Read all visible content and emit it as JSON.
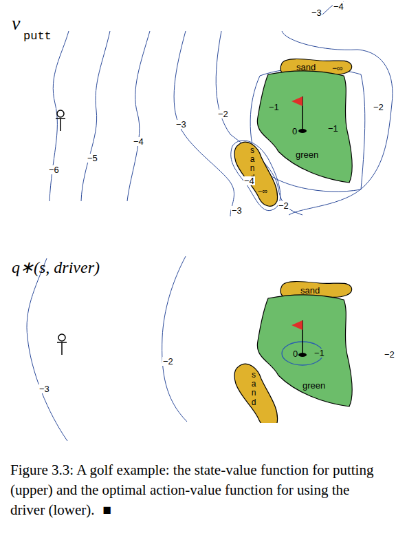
{
  "diagram": {
    "caption": "Figure 3.3: A golf example: the state-value function for putting (upper) and the optimal action-value function for using the driver (lower).",
    "nodes": [
      {
        "text": [
          "sand",
          "−∞"
        ]
      },
      {
        "text": [
          "green"
        ]
      },
      {
        "text": [
          "sand",
          "−∞"
        ]
      },
      {
        "text": [
          "sand"
        ]
      },
      {
        "text": [
          "green"
        ]
      },
      {
        "text": [
          "sand"
        ]
      }
    ],
    "labels": [
      "v",
      "putt",
      "−6",
      "−5",
      "−4",
      "−3",
      "−2",
      "−1",
      "0",
      "−1",
      "−2",
      "−3",
      "−4",
      "−4",
      "−3",
      "−2",
      "q∗(s, driver)",
      "−3",
      "−2",
      "0",
      "−1",
      "−2",
      "■"
    ]
  }
}
